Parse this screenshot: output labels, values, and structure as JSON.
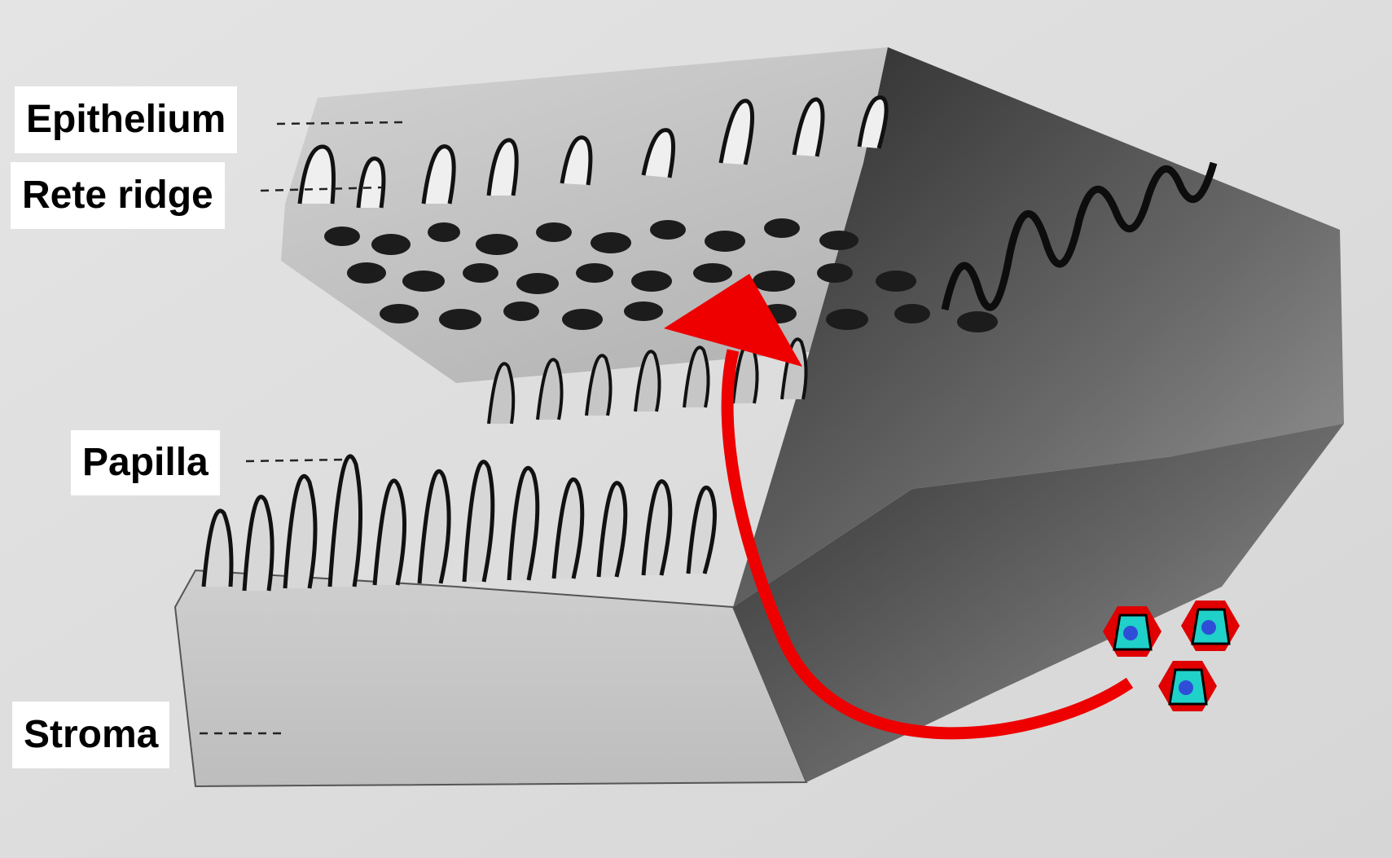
{
  "labels": {
    "epithelium": "Epithelium",
    "rete_ridge": "Rete ridge",
    "papilla": "Papilla",
    "stroma": "Stroma"
  },
  "colors": {
    "background": "#dcdcdc",
    "arrow": "#ee0000",
    "particle_hexagon": "#e00000",
    "particle_body": "#1fd1c8",
    "particle_core": "#2f4ed8"
  },
  "icons": {
    "arrow": "curved-arrow-icon",
    "particle": "hexagon-particle-icon"
  }
}
